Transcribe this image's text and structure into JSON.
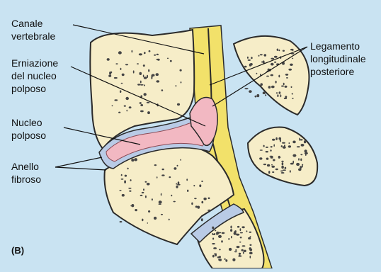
{
  "labels": {
    "spinal_canal": [
      "Canale",
      "vertebrale"
    ],
    "herniation": [
      "Erniazione",
      "del nucleo",
      "polposo"
    ],
    "nucleus": [
      "Nucleo",
      "polposo"
    ],
    "annulus": [
      "Anello",
      "fibroso"
    ],
    "ligament": [
      "Legamento",
      "longitudinale",
      "posteriore"
    ]
  },
  "panel_label": "(B)",
  "colors": {
    "background": "#c9e3f2",
    "bone_fill": "#f6edc8",
    "bone_outline": "#2a2a2a",
    "canal_yellow": "#f2e16a",
    "nucleus_pink": "#f2b8c2",
    "annulus_blue": "#b9cbe6",
    "trabecular_dot": "#444444"
  }
}
